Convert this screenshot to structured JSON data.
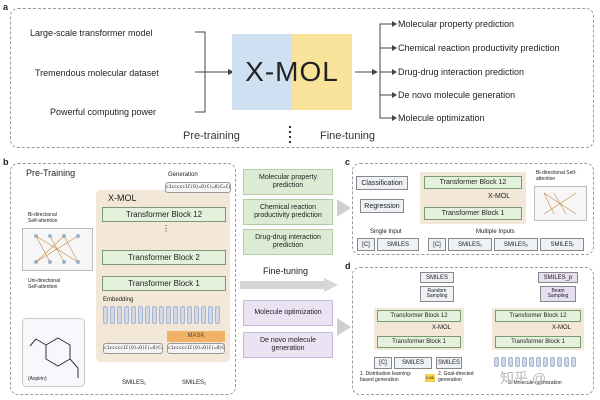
{
  "colors": {
    "xmol_blue": "#cfe0f2",
    "xmol_yellow": "#f9e39b",
    "block_green": "#e4f1dc",
    "mask_orange": "#f2a54a",
    "finetune_purple": "#e9e3f3",
    "pretrain_green": "#dcebd3"
  },
  "panel_a": {
    "label": "a",
    "inputs": [
      "Large-scale transformer model",
      "Tremendous molecular dataset",
      "Powerful computing power"
    ],
    "center_title": "X-MOL",
    "outputs": [
      "Molecular property prediction",
      "Chemical reaction productivity prediction",
      "Drug-drug interaction prediction",
      "De novo molecule generation",
      "Molecule optimization"
    ],
    "pretraining": "Pre-training",
    "finetuning": "Fine-tuning",
    "watermark": "知乎 @..."
  },
  "panel_b": {
    "label": "b",
    "title": "Pre-Training",
    "xmol": "X-MOL",
    "generation": "Generation",
    "blocks": [
      "Transformer Block 12",
      "Transformer Block 2",
      "Transformer Block 1"
    ],
    "embedding": "Embedding",
    "mask": "MASK",
    "smiles1": "SMILES₁",
    "smiles2": "SMILES₂",
    "bi_attention": "Bi-directional Self-attention",
    "uni_attention": "Uni-directional Self-attention",
    "aspirin": "(Aspirin)",
    "seq_gen": "c1ccccc1C(O)=O)C(=O)C=C(C",
    "seq_in1": "c1ccccc1C(O)=O)C(=O)C=C(C",
    "seq_in2": "c1ccccc1C(O)=O)C(=O)C=C(C"
  },
  "middle": {
    "pretrain_tasks": [
      "Molecular property prediction",
      "Chemical reaction productivity prediction",
      "Drug-drug interaction prediction"
    ],
    "finetuning": "Fine-tuning",
    "finetune_tasks": [
      "Molecule optimization",
      "De novo molecule generation"
    ]
  },
  "panel_c": {
    "label": "c",
    "classification": "Classification",
    "regression": "Regression",
    "block12": "Transformer Block 12",
    "block1": "Transformer Block 1",
    "xmol": "X-MOL",
    "bi_attention": "Bi-directional Self-attention",
    "single_input": "Single Input",
    "multiple_inputs": "Multiple Inputs",
    "cls": "[C]",
    "smiles": "SMILES",
    "smiles1": "SMILES₁",
    "smiles2": "SMILES₂",
    "smilesj": "SMILESⱼ"
  },
  "panel_d": {
    "label": "d",
    "smiles": "SMILES",
    "random_sampling": "Random Sampling",
    "beam_sampling": "Beam Sampling",
    "block12": "Transformer Block 12",
    "block1": "Transformer Block 1",
    "xmol": "X-MOL",
    "cls": "[C]",
    "cap1": "1. Distribution learning-based generation",
    "cap2": "2. Goal-directed generation",
    "cap3": "3. Molecule optimization",
    "score": "0.86",
    "smiles_p": "SMILES_p"
  }
}
